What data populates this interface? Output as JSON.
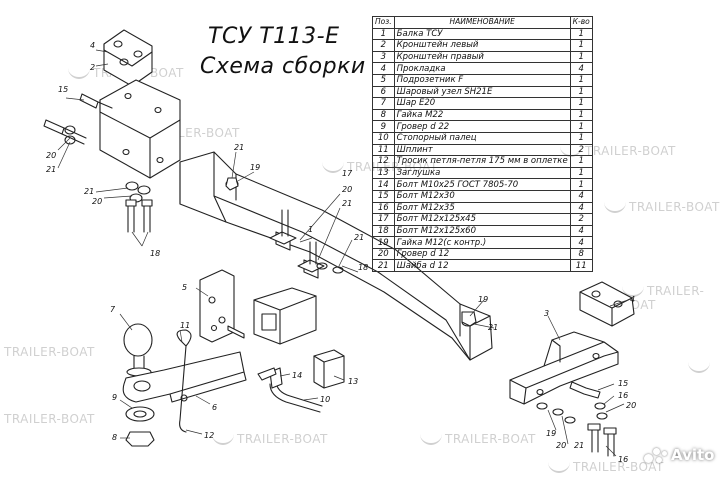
{
  "title": {
    "model": "ТСУ Т113-Е",
    "subtitle": "Схема сборки"
  },
  "table": {
    "headers": [
      "Поз.",
      "НАИМЕНОВАНИЕ",
      "К-во"
    ],
    "rows": [
      [
        "1",
        "Балка ТСУ",
        "1"
      ],
      [
        "2",
        "Кронштейн левый",
        "1"
      ],
      [
        "3",
        "Кронштейн правый",
        "1"
      ],
      [
        "4",
        "Прокладка",
        "4"
      ],
      [
        "5",
        "Подрозетник F",
        "1"
      ],
      [
        "6",
        "Шаровый узел SH21E",
        "1"
      ],
      [
        "7",
        "Шар E20",
        "1"
      ],
      [
        "8",
        "Гайка М22",
        "1"
      ],
      [
        "9",
        "Гровер d 22",
        "1"
      ],
      [
        "10",
        "Стопорный палец",
        "1"
      ],
      [
        "11",
        "Шплинт",
        "2"
      ],
      [
        "12",
        "Тросик петля-петля 175 мм в оплетке",
        "1"
      ],
      [
        "13",
        "Заглушка",
        "1"
      ],
      [
        "14",
        "Болт М10х25 ГОСТ 7805-70",
        "1"
      ],
      [
        "15",
        "Болт М12х30",
        "4"
      ],
      [
        "16",
        "Болт М12х35",
        "4"
      ],
      [
        "17",
        "Болт М12х125х45",
        "2"
      ],
      [
        "18",
        "Болт М12х125х60",
        "4"
      ],
      [
        "19",
        "Гайка М12(с контр.)",
        "4"
      ],
      [
        "20",
        "Гровер d 12",
        "8"
      ],
      [
        "21",
        "Шайба d 12",
        "11"
      ]
    ]
  },
  "watermark": "TRAILER-BOAT",
  "avito": "Avito",
  "callouts": {
    "c1": "1",
    "c2": "2",
    "c3": "3",
    "c5": "5",
    "c6": "6",
    "c7": "7",
    "c8": "8",
    "c9": "9",
    "c10": "10",
    "c11": "11",
    "c12": "12",
    "c13": "13",
    "c14": "14",
    "c15a": "15",
    "c15b": "15",
    "c16a": "16",
    "c16b": "16",
    "c17": "17",
    "c18a": "18",
    "c18b": "18",
    "c19a": "19",
    "c19b": "19",
    "c19c": "19",
    "c20a": "20",
    "c20b": "20",
    "c20c": "20",
    "c20d": "20",
    "c20e": "20",
    "c21a": "21",
    "c21b": "21",
    "c21c": "21",
    "c21d": "21",
    "c21e": "21",
    "c21f": "21",
    "c21g": "21"
  }
}
